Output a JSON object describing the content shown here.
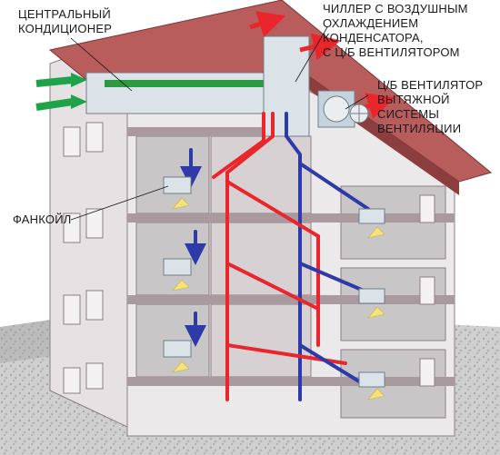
{
  "labels": {
    "central_ac": [
      "ЦЕНТРАЛЬНЫЙ",
      "КОНДИЦИОНЕР"
    ],
    "chiller": [
      "ЧИЛЛЕР С ВОЗДУШНЫМ",
      "ОХЛАЖДЕНИЕМ",
      "КОНДЕНСАТОРА,",
      "С Ц/Б ВЕНТИЛЯТОРОМ"
    ],
    "exhaust_fan": [
      "Ц/Б ВЕНТИЛЯТОР",
      "ВЫТЯЖНОЙ",
      "СИСТЕМЫ",
      "ВЕНТИЛЯЦИИ"
    ],
    "fancoil": [
      "ФАНКОЙЛ"
    ]
  },
  "colors": {
    "roof": "#b85c5c",
    "wall": "#ece9ea",
    "wall_shade": "#d7d1d3",
    "room_interior": "#c9c6c8",
    "floor_slab": "#a99aa0",
    "ground": "#bdbdbd",
    "supply_pipe": "#e8262b",
    "return_pipe": "#2e3aa8",
    "fresh_air_arrow": "#1fa34a",
    "warm_air_arrow": "#f4e27a",
    "duct": "#dbe3e8"
  },
  "icons": [
    "fancoil-unit-icon",
    "air-arrow-icon",
    "chiller-unit-icon",
    "fan-icon"
  ]
}
